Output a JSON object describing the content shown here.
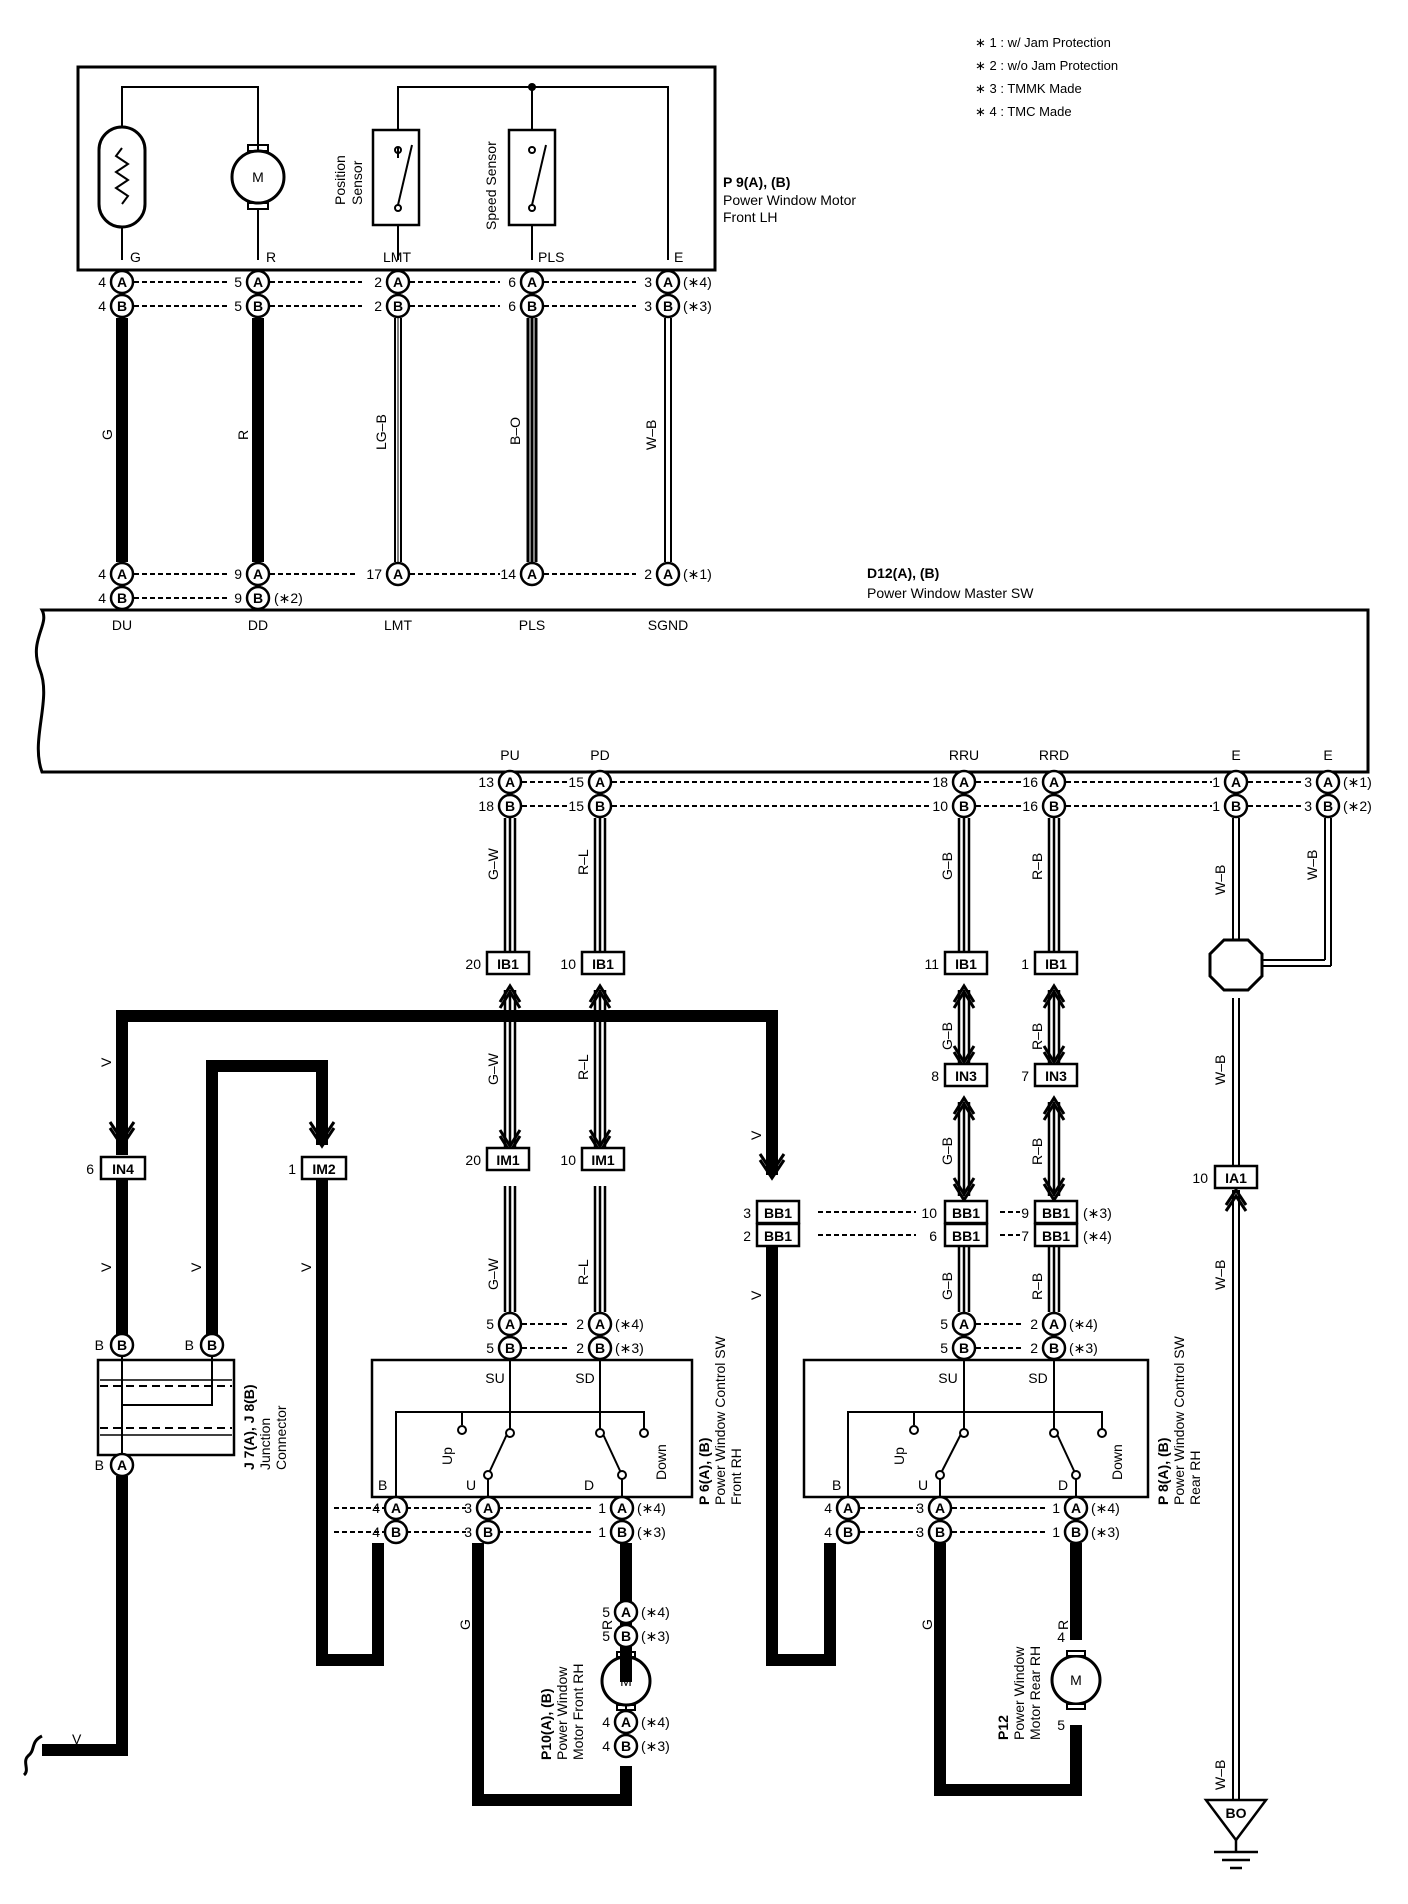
{
  "notes": [
    "∗ 1 : w/ Jam Protection",
    "∗ 2 : w/o Jam Protection",
    "∗ 3 : TMMK Made",
    "∗ 4 : TMC Made"
  ],
  "p9": {
    "code": "P 9(A), (B)",
    "name1": "Power Window Motor",
    "name2": "Front LH",
    "pos_sensor1": "Position",
    "pos_sensor2": "Sensor",
    "speed_sensor": "Speed Sensor",
    "motor": "M",
    "term_g": "G",
    "term_r": "R",
    "term_lmt": "LMT",
    "term_pls": "PLS",
    "term_e": "E"
  },
  "d12": {
    "code": "D12(A), (B)",
    "name": "Power Window Master SW",
    "term_du": "DU",
    "term_dd": "DD",
    "term_lmt": "LMT",
    "term_pls": "PLS",
    "term_sgnd": "SGND",
    "term_pu": "PU",
    "term_pd": "PD",
    "term_rru": "RRU",
    "term_rrd": "RRD",
    "term_e1": "E",
    "term_e2": "E"
  },
  "wires": {
    "g": "G",
    "r": "R",
    "lgb": "LG–B",
    "bo": "B–O",
    "wb": "W–B",
    "gw": "G–W",
    "rl": "R–L",
    "gb": "G–B",
    "rb": "R–B",
    "v": "V"
  },
  "pins": {
    "p9_a": [
      "4",
      "5",
      "2",
      "6",
      "3"
    ],
    "p9_b": [
      "4",
      "5",
      "2",
      "6",
      "3"
    ],
    "d12_top_a": [
      "4",
      "9",
      "17",
      "14",
      "2"
    ],
    "d12_top_b": [
      "4",
      "9"
    ],
    "d12_bot_a": [
      "13",
      "15",
      "18",
      "16",
      "1",
      "3"
    ],
    "d12_bot_b": [
      "18",
      "15",
      "10",
      "16",
      "1",
      "3"
    ],
    "ib1": [
      "20",
      "10",
      "11",
      "1"
    ],
    "in3": [
      "8",
      "7"
    ],
    "im1": [
      "20",
      "10"
    ],
    "in4": "6",
    "im2": "1",
    "ia1": "10",
    "bb1_left": [
      "3",
      "2"
    ],
    "bb1_mid": [
      "10",
      "6"
    ],
    "bb1_right": [
      "9",
      "7"
    ],
    "p6_top_a": [
      "5",
      "2"
    ],
    "p6_top_b": [
      "5",
      "2"
    ],
    "p6_bot_a": [
      "4",
      "3",
      "1"
    ],
    "p6_bot_b": [
      "4",
      "3",
      "1"
    ],
    "p8_top_a": [
      "5",
      "2"
    ],
    "p8_top_b": [
      "5",
      "2"
    ],
    "p8_bot_a": [
      "4",
      "3",
      "1"
    ],
    "p8_bot_b": [
      "4",
      "3",
      "1"
    ],
    "p10_a": [
      "5",
      "4"
    ],
    "p10_b": [
      "5",
      "4"
    ],
    "p12": [
      "4",
      "5"
    ]
  },
  "connectors": {
    "a": "A",
    "b": "B",
    "ib1": "IB1",
    "in3": "IN3",
    "im1": "IM1",
    "in4": "IN4",
    "im2": "IM2",
    "ia1": "IA1",
    "bb1": "BB1",
    "bo": "BO"
  },
  "marks": {
    "s1": "(∗1)",
    "s2": "(∗2)",
    "s3": "(∗3)",
    "s4": "(∗4)"
  },
  "p6": {
    "code": "P 6(A), (B)",
    "name1": "Power Window Control SW",
    "name2": "Front RH",
    "su": "SU",
    "sd": "SD",
    "up": "Up",
    "down": "Down",
    "u": "U",
    "d": "D",
    "b": "B"
  },
  "p8": {
    "code": "P 8(A), (B)",
    "name1": "Power Window Control SW",
    "name2": "Rear RH",
    "su": "SU",
    "sd": "SD",
    "up": "Up",
    "down": "Down",
    "u": "U",
    "d": "D",
    "b": "B"
  },
  "p10": {
    "code": "P10(A), (B)",
    "name1": "Power Window",
    "name2": "Motor Front RH",
    "motor": "M"
  },
  "p12": {
    "code": "P12",
    "name1": "Power Window",
    "name2": "Motor Rear RH",
    "motor": "M"
  },
  "j7": {
    "code": "J 7(A), J 8(B)",
    "name1": "Junction",
    "name2": "Connector"
  }
}
